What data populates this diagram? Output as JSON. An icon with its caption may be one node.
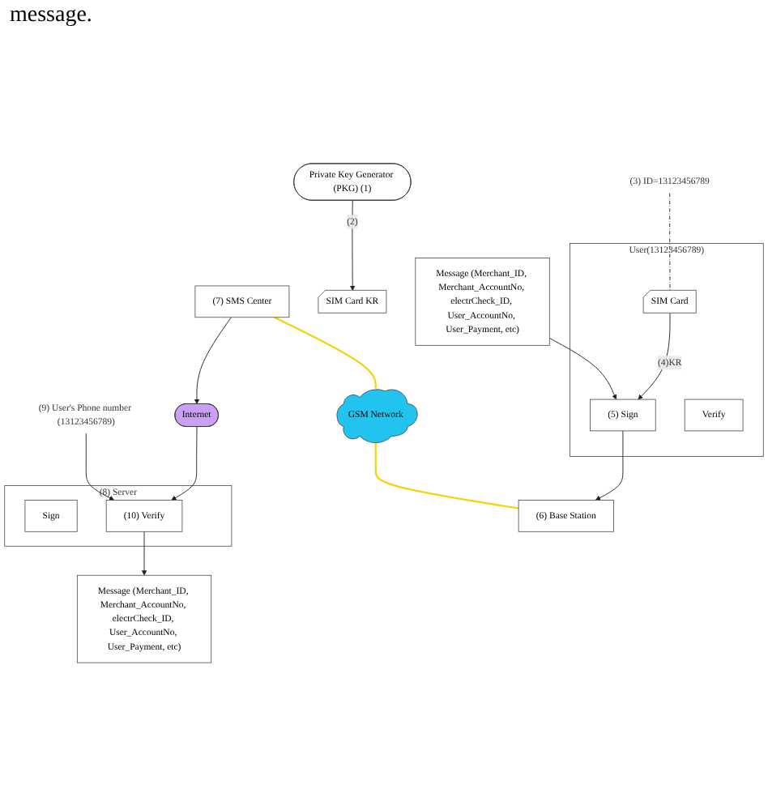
{
  "diagram": {
    "nodes": [
      {
        "text": [
          "Private Key Generator (PKG) (1)"
        ]
      },
      {
        "text": [
          "SIM Card KR"
        ]
      },
      {
        "text": [
          "(3) ID=13123456789"
        ]
      },
      {
        "text": [
          "User(13123456789)"
        ]
      },
      {
        "text": [
          "SIM Card"
        ],
        "in": 3
      },
      {
        "text": [
          "(5) Sign"
        ],
        "in": 3
      },
      {
        "text": [
          "Verify"
        ],
        "in": 3
      },
      {
        "text": [
          "(6) Base Station"
        ]
      },
      {
        "text": [
          "GSM Network"
        ]
      },
      {
        "text": [
          "(7) SMS Center"
        ]
      },
      {
        "text": [
          "Internet"
        ]
      },
      {
        "text": [
          "(8) Server"
        ]
      },
      {
        "text": [
          "Sign"
        ],
        "in": 11
      },
      {
        "text": [
          "(10) Verify"
        ],
        "in": 11
      },
      {
        "text": [
          "(9) User's Phone number (13123456789)"
        ]
      },
      {
        "text": [
          "Message (Merchant_ID, Merchant_AccountNo, electrCheck_ID, User_AccountNo, User_Payment, etc)"
        ]
      },
      {
        "text": [
          "Message (Merchant_ID, Merchant_AccountNo, electrCheck_ID, User_AccountNo, User_Payment, etc)"
        ]
      }
    ],
    "edges": [
      {
        "from": 0,
        "to": 1,
        "arrow": "to",
        "label": "(2)"
      },
      {
        "from": 2,
        "to": 4,
        "arrow": "none",
        "style": "dashed"
      },
      {
        "from": 4,
        "to": 5,
        "arrow": "to",
        "label": "(4)KR"
      },
      {
        "from": 5,
        "to": 7,
        "arrow": "to"
      },
      {
        "from": 8,
        "to": 7,
        "arrow": "none",
        "color": "#f5d20a"
      },
      {
        "from": 9,
        "to": 8,
        "arrow": "none",
        "color": "#f5d20a"
      },
      {
        "from": 9,
        "to": 10,
        "arrow": "to"
      },
      {
        "from": 10,
        "to": 13,
        "arrow": "to"
      },
      {
        "from": 14,
        "to": 13,
        "arrow": "to"
      },
      {
        "from": 13,
        "to": 16,
        "arrow": "to"
      },
      {
        "from": 15,
        "to": 5,
        "arrow": "to"
      }
    ],
    "labels": [
      "message."
    ]
  }
}
